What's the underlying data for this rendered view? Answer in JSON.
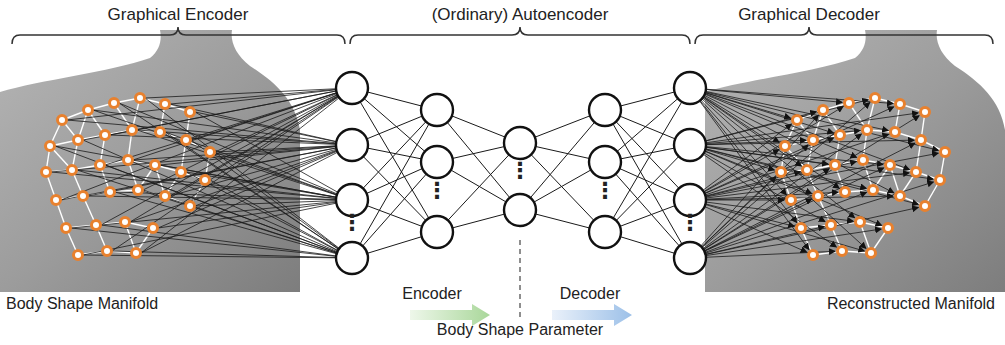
{
  "diagram": {
    "labels": [
      "Graphical Encoder",
      "(Ordinary) Autoencoder",
      "Graphical Decoder",
      "⋮",
      "⋮",
      "⋮",
      "⋮",
      "⋮",
      "Encoder",
      "Decoder",
      "Body Shape Manifold",
      "Body Shape Parameter",
      "Reconstructed Manifold"
    ]
  }
}
